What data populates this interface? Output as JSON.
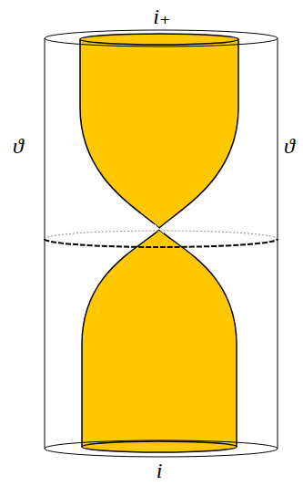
{
  "diagram": {
    "labels": [
      "i₊",
      "ϑ",
      "ϑ",
      "i"
    ]
  }
}
